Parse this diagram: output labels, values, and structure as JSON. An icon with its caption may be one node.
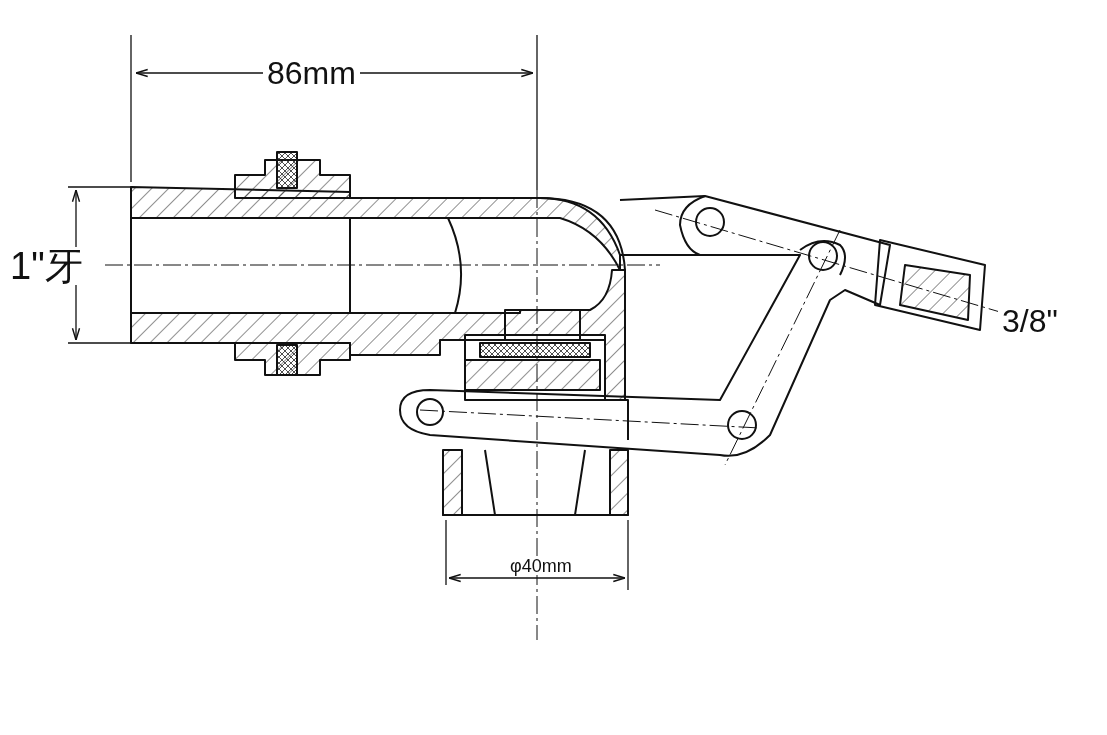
{
  "diagram": {
    "labels": [
      "86mm",
      "1\"牙",
      "3/8\"",
      "φ40mm"
    ]
  }
}
